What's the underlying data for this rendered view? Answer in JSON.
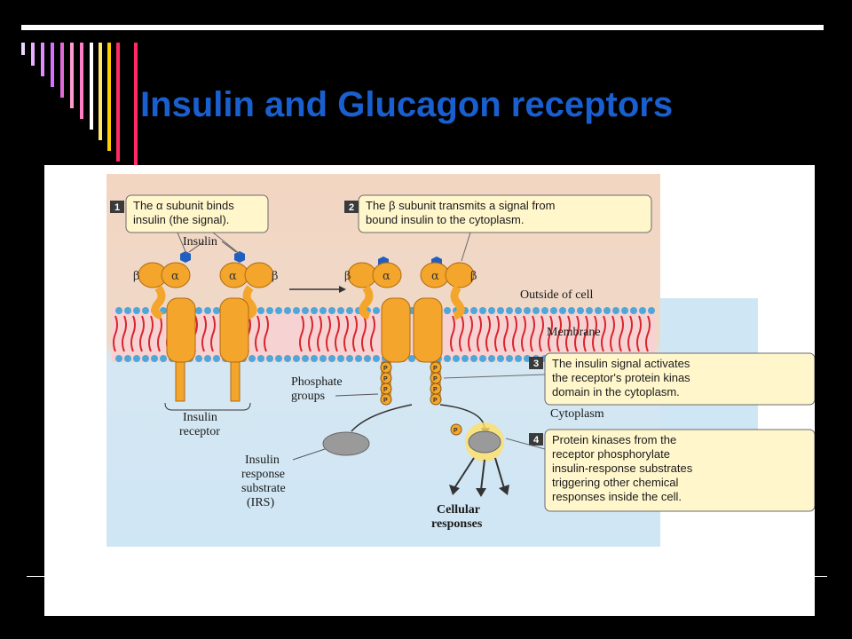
{
  "slide": {
    "title": "Insulin and Glucagon receptors"
  },
  "diagram": {
    "step1": {
      "number": "1",
      "line1": "The α subunit binds",
      "line2": "insulin (the signal)."
    },
    "step2": {
      "number": "2",
      "line1": "The β subunit transmits a signal from",
      "line2": "bound insulin to the cytoplasm."
    },
    "step3": {
      "number": "3",
      "line1": "The insulin signal activates",
      "line2": "the receptor's protein kinas",
      "line3": "domain in the cytoplasm."
    },
    "step4": {
      "number": "4",
      "line1": "Protein kinases from the",
      "line2": "receptor phosphorylate",
      "line3": "insulin-response substrates",
      "line4": "triggering other chemical",
      "line5": "responses inside the cell."
    },
    "labels": {
      "insulin": "Insulin",
      "outside_of_cell": "Outside of cell",
      "membrane": "Membrane",
      "phosphate_groups_1": "Phosphate",
      "phosphate_groups_2": "groups",
      "cytoplasm": "Cytoplasm",
      "insulin_receptor_1": "Insulin",
      "insulin_receptor_2": "receptor",
      "irs_1": "Insulin",
      "irs_2": "response",
      "irs_3": "substrate",
      "irs_4": "(IRS)",
      "cellular_1": "Cellular",
      "cellular_2": "responses",
      "alpha": "α",
      "beta": "β",
      "phosphate": "P"
    },
    "colors": {
      "title": "#1a5fcf",
      "receptor": "#f4a52c",
      "insulin": "#1f5fbf",
      "membrane": "#d8262c",
      "outside": "#f3d9c7",
      "cytoplasm": "#cfe6f5",
      "callout": "#fff6cc"
    }
  }
}
